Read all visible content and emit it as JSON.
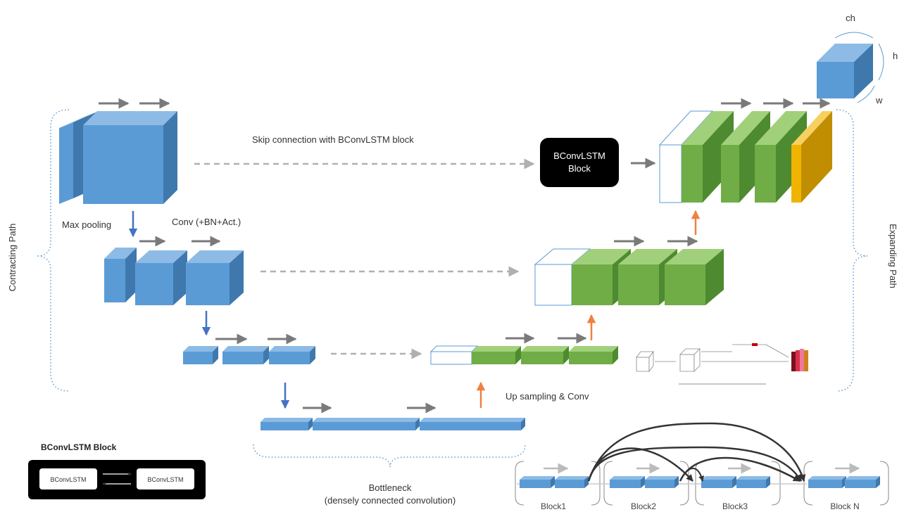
{
  "labels": {
    "skip_connection": "Skip connection with BConvLSTM block",
    "max_pooling": "Max pooling",
    "conv": "Conv (+BN+Act.)",
    "up_sampling": "Up sampling & Conv",
    "contracting_path": "Contracting Path",
    "expanding_path": "Expanding Path",
    "bottleneck_title": "Bottleneck",
    "bottleneck_sub": "(densely connected convolution)",
    "bconvlstm_block_line1": "BConvLSTM",
    "bconvlstm_block_line2": "Block",
    "legend_title": "BConvLSTM Block",
    "legend_cell_left": "BConvLSTM",
    "legend_cell_right": "BConvLSTM",
    "dim_ch": "ch",
    "dim_h": "h",
    "dim_w": "w"
  },
  "dense_blocks": [
    "Block1",
    "Block2",
    "Block3",
    "Block N"
  ],
  "colors": {
    "encoder_front": "#5b9bd5",
    "encoder_top": "#8dbbe6",
    "encoder_side": "#3f78ad",
    "decoder_front": "#70ad47",
    "decoder_top": "#a1d07a",
    "decoder_side": "#4e8a2f",
    "output_front": "#f0b400",
    "output_side": "#c08e00",
    "flow_arrow": "#7a7a7a",
    "pool_arrow": "#4472c4",
    "upsample_arrow": "#f08040",
    "skip_arrow": "#b0b0b0",
    "bracket": "#5b9bd5"
  }
}
